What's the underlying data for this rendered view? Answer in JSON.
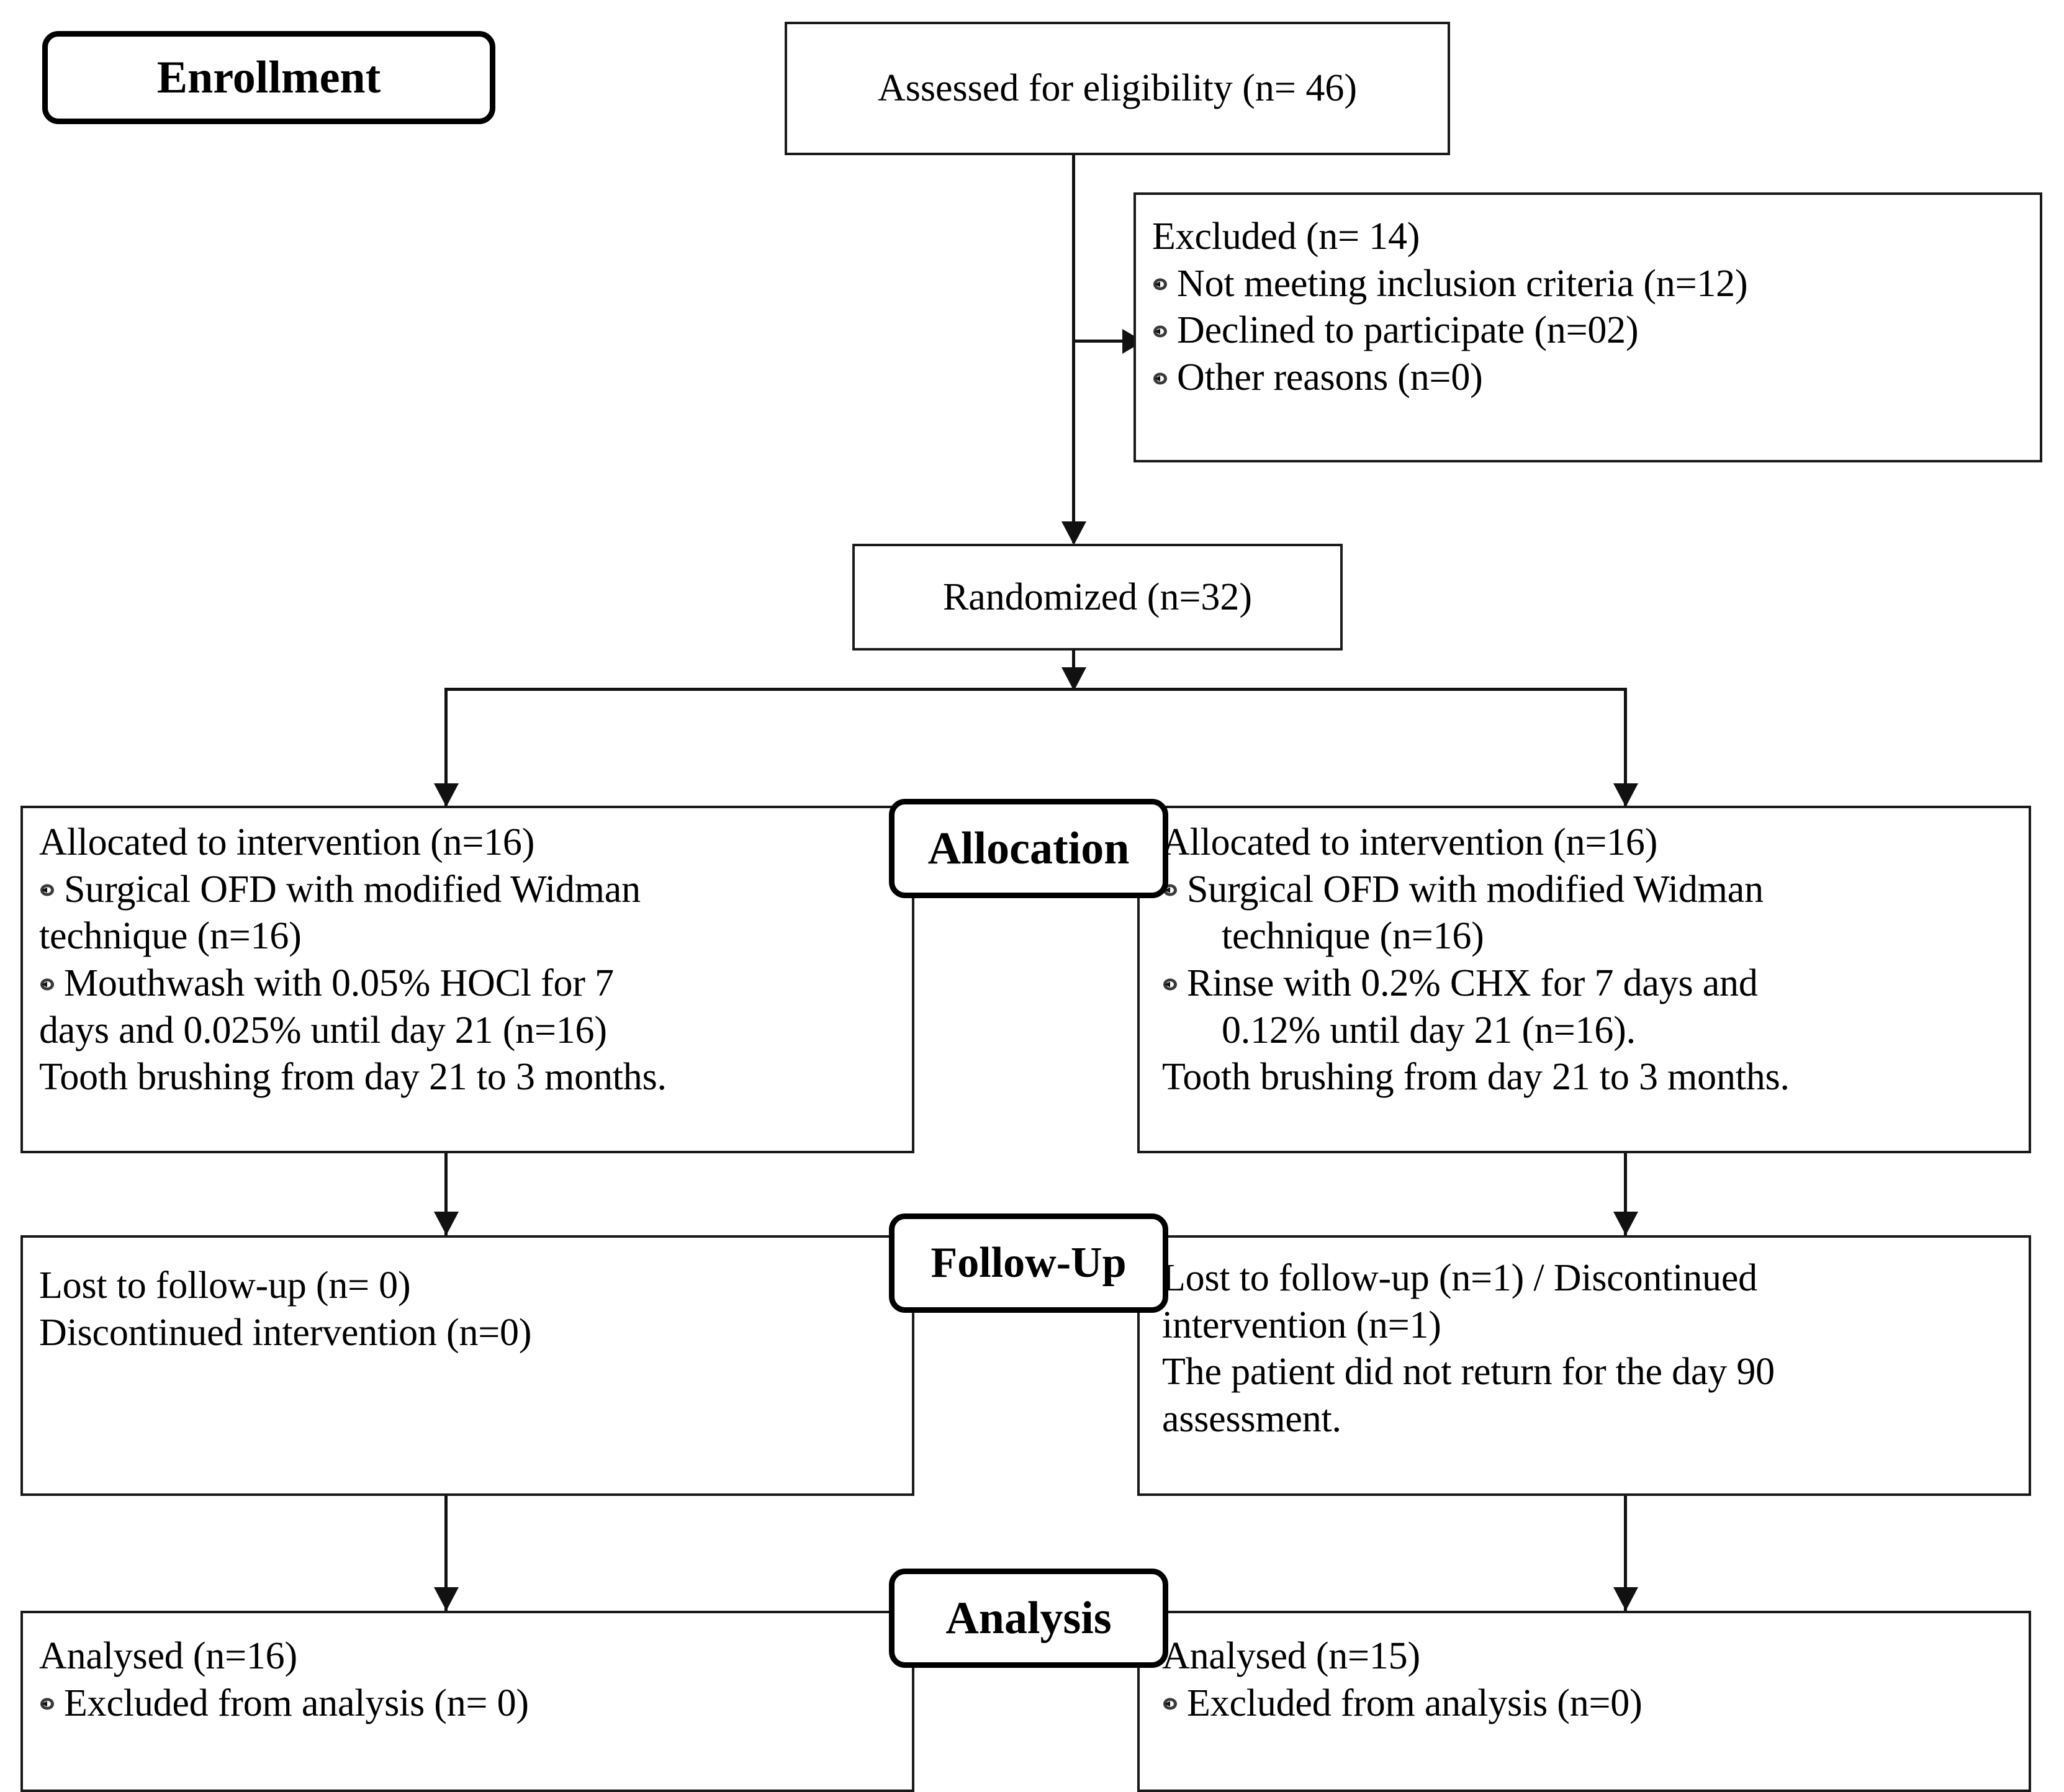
{
  "diagram": {
    "title": "CONSORT participant flow diagram",
    "stages": [
      {
        "key": "enrollment",
        "label": "Enrollment"
      },
      {
        "key": "allocation",
        "label": "Allocation"
      },
      {
        "key": "followup",
        "label": "Follow-Up"
      },
      {
        "key": "analysis",
        "label": "Analysis"
      }
    ],
    "bullet_icon": "wingdings-bullet-icon",
    "line_color": "#111111",
    "box_border_color": "#1a1a1a",
    "enrollment": {
      "assessed": "Assessed for eligibility (n= 46)",
      "excluded": {
        "heading": "Excluded (n= 14)",
        "reasons": [
          "Not meeting inclusion criteria (n=12)",
          "Declined to participate (n=02)",
          "Other reasons (n=0)"
        ]
      },
      "randomized": "Randomized (n=32)"
    },
    "arms": [
      {
        "key": "hocl",
        "allocation": {
          "heading": "Allocated to intervention (n=16)",
          "items": [
            {
              "text": "Surgical OFD with modified Widman",
              "cont": "technique (n=16)"
            },
            {
              "text": "Mouthwash with 0.05% HOCl for 7",
              "cont": "days and 0.025% until day 21 (n=16)"
            }
          ],
          "footer": "Tooth brushing from day 21 to 3 months."
        },
        "followup": {
          "lines": [
            "Lost to follow-up (n= 0)",
            "Discontinued intervention (n=0)"
          ]
        },
        "analysis": {
          "heading": "Analysed (n=16)",
          "items": [
            "Excluded from analysis (n= 0)"
          ]
        }
      },
      {
        "key": "chx",
        "allocation": {
          "heading": "Allocated to intervention (n=16)",
          "items": [
            {
              "text": "Surgical OFD with modified Widman",
              "cont": "technique (n=16)"
            },
            {
              "text": "Rinse with 0.2% CHX for 7 days and",
              "cont": "0.12% until day 21 (n=16)."
            }
          ],
          "footer": "Tooth brushing from day 21 to 3 months."
        },
        "followup": {
          "lines": [
            "Lost to follow-up (n=1) / Discontinued",
            "intervention (n=1)",
            "The patient did not return for the day 90",
            "assessment."
          ]
        },
        "analysis": {
          "heading": "Analysed (n=15)",
          "items": [
            "Excluded from analysis (n=0)"
          ]
        }
      }
    ]
  }
}
